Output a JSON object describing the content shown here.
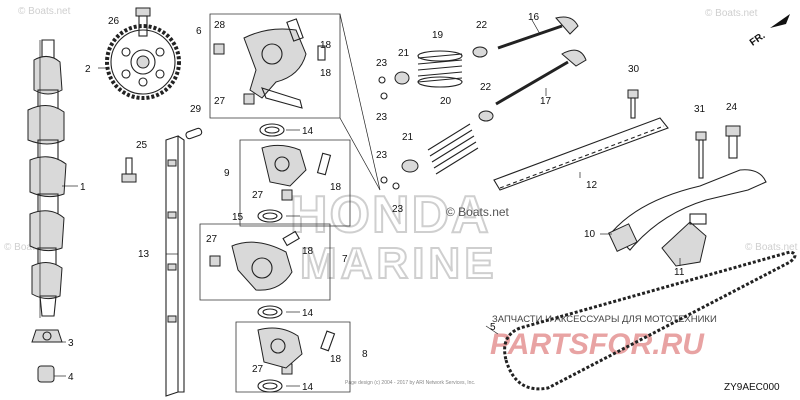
{
  "diagram_code": "ZY9AEC000",
  "direction_label": "FR.",
  "watermarks": {
    "boats": "© Boats.net",
    "brand_line1": "HONDA",
    "brand_line2": "MARINE",
    "shop_tagline": "ЗАПЧАСТИ И АКСЕССУАРЫ ДЛЯ МОТОТЕХНИКИ",
    "shop_logo": "PARTSFOR.RU"
  },
  "copyright_note": "Page design (c) 2004 - 2017 by ARI Network Services, Inc.",
  "callouts": {
    "p1": "1",
    "p2": "2",
    "p3": "3",
    "p4": "4",
    "p5": "5",
    "p6": "6",
    "p7": "7",
    "p8": "8",
    "p9": "9",
    "p10": "10",
    "p11": "11",
    "p12": "12",
    "p13": "13",
    "p14a": "14",
    "p14b": "14",
    "p14c": "14",
    "p15": "15",
    "p16": "16",
    "p17": "17",
    "p18a": "18",
    "p18b": "18",
    "p18c": "18",
    "p18d": "18",
    "p18e": "18",
    "p19": "19",
    "p20": "20",
    "p21a": "21",
    "p21b": "21",
    "p22a": "22",
    "p22b": "22",
    "p23a": "23",
    "p23b": "23",
    "p23c": "23",
    "p23d": "23",
    "p24": "24",
    "p25": "25",
    "p26": "26",
    "p27a": "27",
    "p27b": "27",
    "p27c": "27",
    "p27d": "27",
    "p28": "28",
    "p29": "29",
    "p30": "30",
    "p31": "31"
  }
}
